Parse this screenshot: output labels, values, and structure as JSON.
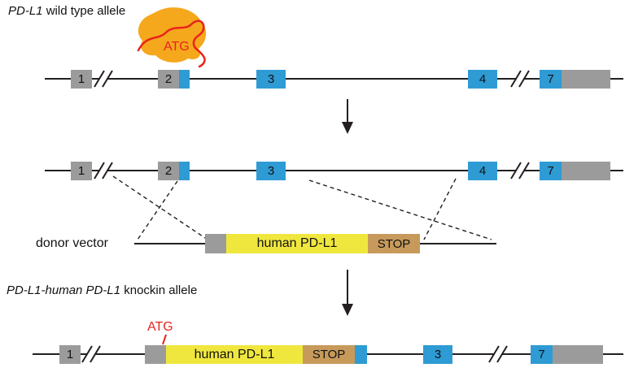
{
  "titles": {
    "wildtype_italic": "PD-L1",
    "wildtype_rest": " wild type allele",
    "knockin_italic": "PD-L1-human PD-L1",
    "knockin_rest": " knockin allele"
  },
  "labels": {
    "donor_vector": "donor vector",
    "atg_wildtype": "ATG",
    "atg_knockin": "ATG"
  },
  "exons": {
    "e1": "1",
    "e2": "2",
    "e3": "3",
    "e4": "4",
    "e7": "7"
  },
  "cassette": {
    "human_pdl1": "human PD-L1",
    "stop": "STOP"
  },
  "colors": {
    "exon_gray": "#9b9b9b",
    "exon_blue": "#2e9bd5",
    "cassette_yellow": "#f0e73e",
    "stop_tan": "#c79a5b",
    "atg_red": "#e8231d",
    "line_black": "#231f20",
    "ribosome_orange": "#f5a81c"
  }
}
